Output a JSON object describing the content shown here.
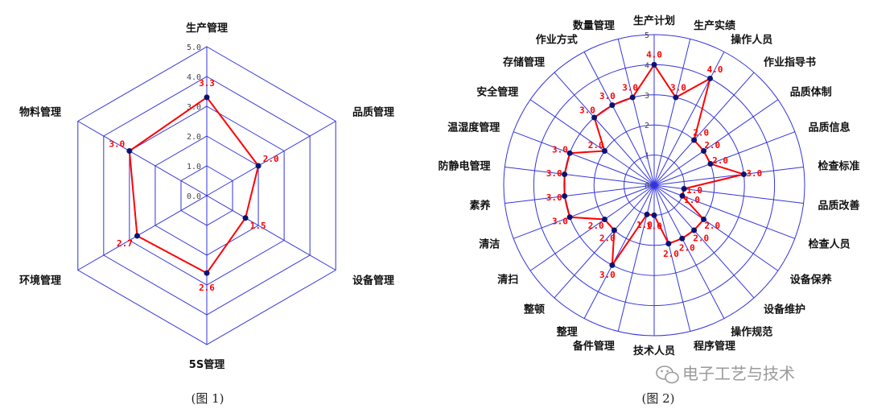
{
  "colors": {
    "grid": "#3333dd",
    "series_line": "#ff0000",
    "marker": "#0b1370",
    "value_label": "#ff0000",
    "watermark": "#9a9a9a"
  },
  "captions": [
    "(图 1)",
    "(图 2)"
  ],
  "watermark": {
    "text": "电子工艺与技术",
    "icon": "wechat-icon"
  },
  "chart_data": [
    {
      "type": "radar",
      "grid": "hexagon",
      "r_range": [
        0,
        5
      ],
      "ticks": [
        "0.0",
        "1.0",
        "2.0",
        "3.0",
        "4.0",
        "5.0"
      ],
      "categories": [
        "生产管理",
        "品质管理",
        "设备管理",
        "5S管理",
        "环境管理",
        "物料管理"
      ],
      "values": [
        3.3,
        2.0,
        1.5,
        2.6,
        2.7,
        3.0
      ],
      "value_labels": [
        "3.3",
        "2.0",
        "1.5",
        "2.6",
        "2.7",
        "3.0"
      ]
    },
    {
      "type": "radar",
      "grid": "circle",
      "r_range": [
        0,
        5
      ],
      "ticks": [
        "0",
        "1",
        "2",
        "3",
        "4",
        "5"
      ],
      "categories": [
        "生产计划",
        "生产实绩",
        "操作人员",
        "作业指导书",
        "品质体制",
        "品质信息",
        "检查标准",
        "品质改善",
        "检查人员",
        "设备保养",
        "设备维护",
        "操作规范",
        "程序管理",
        "技术人员",
        "备件管理",
        "整理",
        "整顿",
        "清扫",
        "清洁",
        "素养",
        "防静电管理",
        "温湿度管理",
        "安全管理",
        "存储管理",
        "作业方式",
        "数量管理"
      ],
      "values": [
        4.0,
        3.0,
        4.0,
        2.0,
        2.0,
        2.0,
        3.0,
        1.0,
        1.0,
        2.0,
        2.0,
        2.0,
        2.0,
        1.0,
        1.0,
        3.0,
        2.0,
        2.0,
        3.0,
        3.0,
        3.0,
        3.0,
        2.0,
        3.0,
        3.0,
        3.0
      ],
      "value_labels": [
        "4.0",
        "3.0",
        "4.0",
        "2.0",
        "2.0",
        "2.0",
        "3.0",
        "1.0",
        "1.0",
        "2.0",
        "2.0",
        "2.0",
        "2.0",
        "1.0",
        "1.0",
        "3.0",
        "2.0",
        "2.0",
        "3.0",
        "3.0",
        "3.0",
        "3.0",
        "2.0",
        "3.0",
        "3.0",
        "3.0"
      ]
    }
  ]
}
